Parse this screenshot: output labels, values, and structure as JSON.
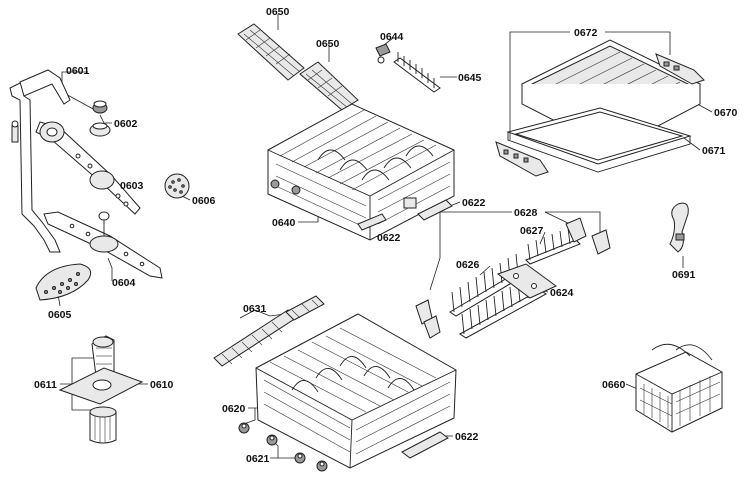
{
  "diagram": {
    "parts": [
      {
        "key": "p0601",
        "label": "0601"
      },
      {
        "key": "p0602",
        "label": "0602"
      },
      {
        "key": "p0603",
        "label": "0603"
      },
      {
        "key": "p0604",
        "label": "0604"
      },
      {
        "key": "p0605",
        "label": "0605"
      },
      {
        "key": "p0606",
        "label": "0606"
      },
      {
        "key": "p0610",
        "label": "0610"
      },
      {
        "key": "p0611",
        "label": "0611"
      },
      {
        "key": "p0620",
        "label": "0620"
      },
      {
        "key": "p0621",
        "label": "0621"
      },
      {
        "key": "p0622a",
        "label": "0622"
      },
      {
        "key": "p0622b",
        "label": "0622"
      },
      {
        "key": "p0622c",
        "label": "0622"
      },
      {
        "key": "p0624",
        "label": "0624"
      },
      {
        "key": "p0626",
        "label": "0626"
      },
      {
        "key": "p0627",
        "label": "0627"
      },
      {
        "key": "p0628",
        "label": "0628"
      },
      {
        "key": "p0631",
        "label": "0631"
      },
      {
        "key": "p0640",
        "label": "0640"
      },
      {
        "key": "p0644",
        "label": "0644"
      },
      {
        "key": "p0645",
        "label": "0645"
      },
      {
        "key": "p0650a",
        "label": "0650"
      },
      {
        "key": "p0650b",
        "label": "0650"
      },
      {
        "key": "p0660",
        "label": "0660"
      },
      {
        "key": "p0670",
        "label": "0670"
      },
      {
        "key": "p0671",
        "label": "0671"
      },
      {
        "key": "p0672",
        "label": "0672"
      },
      {
        "key": "p0691",
        "label": "0691"
      }
    ]
  }
}
